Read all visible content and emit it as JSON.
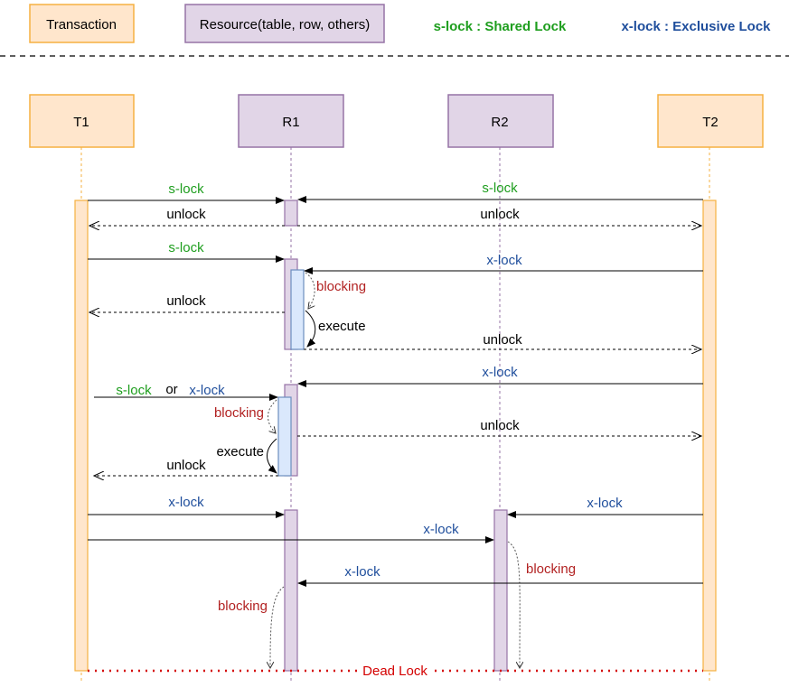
{
  "legend": {
    "transaction": "Transaction",
    "resource": "Resource(table, row, others)",
    "s_lock_def": "s-lock : Shared Lock",
    "x_lock_def": "x-lock : Exclusive Lock"
  },
  "participants": {
    "t1": "T1",
    "r1": "R1",
    "r2": "R2",
    "t2": "T2"
  },
  "messages": {
    "m1": "s-lock",
    "m2": "s-lock",
    "m3": "unlock",
    "m4": "unlock",
    "m5": "s-lock",
    "m6": "x-lock",
    "m7": "blocking",
    "m8": "unlock",
    "m9": "execute",
    "m10": "unlock",
    "m11": "x-lock",
    "m12a": "s-lock",
    "m12or": "or",
    "m12b": "x-lock",
    "m13": "blocking",
    "m14": "unlock",
    "m15": "execute",
    "m16": "unlock",
    "m17": "x-lock",
    "m18": "x-lock",
    "m19": "x-lock",
    "m20": "blocking",
    "m21": "x-lock",
    "m22": "blocking",
    "deadlock": "Dead Lock"
  },
  "colors": {
    "transaction_fill": "#ffe6cc",
    "transaction_stroke": "#f5b041",
    "resource_fill": "#e1d5e7",
    "resource_stroke": "#9673a6",
    "exec_fill": "#dae8fc",
    "exec_stroke": "#6c8ebf",
    "green": "#1e9e1e",
    "blue": "#1f4e9c",
    "red": "#b22222",
    "deadlock": "#d40000"
  }
}
